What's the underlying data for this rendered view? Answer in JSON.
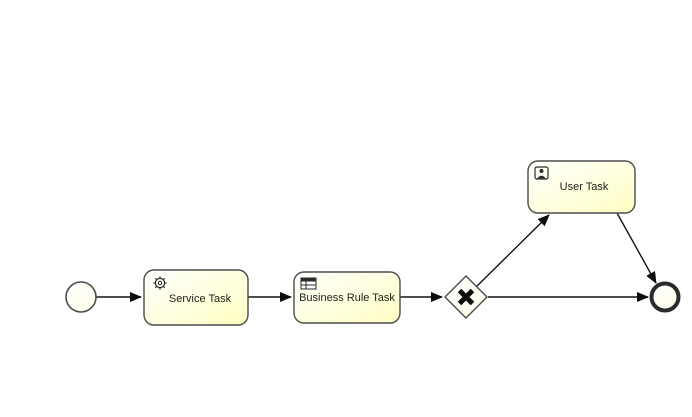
{
  "diagram": {
    "type": "bpmn-process",
    "nodes": {
      "start_event": {
        "kind": "start-event",
        "label": ""
      },
      "service_task": {
        "kind": "task",
        "label": "Service Task",
        "icon": "gear-icon"
      },
      "business_rule_task": {
        "kind": "task",
        "label": "Business Rule Task",
        "icon": "table-icon"
      },
      "exclusive_gateway": {
        "kind": "exclusive-gateway",
        "symbol": "X"
      },
      "user_task": {
        "kind": "task",
        "label": "User Task",
        "icon": "user-icon"
      },
      "end_event": {
        "kind": "end-event",
        "label": ""
      }
    },
    "flows": [
      {
        "from": "start_event",
        "to": "service_task"
      },
      {
        "from": "service_task",
        "to": "business_rule_task"
      },
      {
        "from": "business_rule_task",
        "to": "exclusive_gateway"
      },
      {
        "from": "exclusive_gateway",
        "to": "user_task"
      },
      {
        "from": "exclusive_gateway",
        "to": "end_event"
      },
      {
        "from": "user_task",
        "to": "end_event"
      }
    ],
    "colors": {
      "task_fill_top": "#ffffff",
      "task_fill_bottom": "#ffffc2",
      "task_border": "#4b4b4b",
      "flow_line": "#141414",
      "background": "#ffffff"
    }
  }
}
